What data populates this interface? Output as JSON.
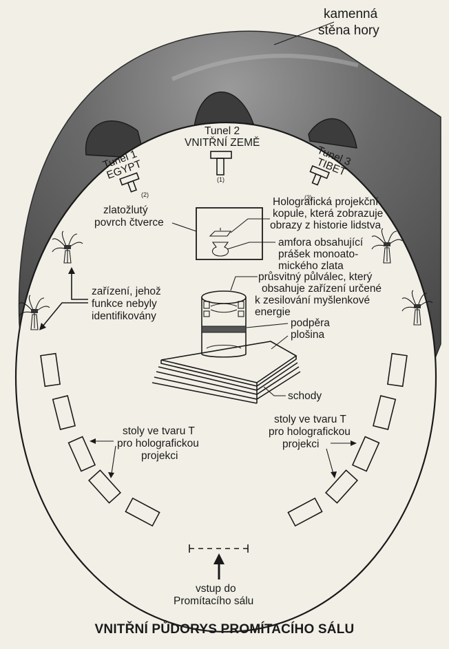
{
  "mountain_label": [
    "kamenná",
    "stěna hory"
  ],
  "tunnels": {
    "t1": [
      "Tunel 1",
      "EGYPT"
    ],
    "t2": [
      "Tunel 2",
      "VNITŘNÍ ZEMĚ"
    ],
    "t3": [
      "Tunel 3",
      "TIBET"
    ],
    "marks": [
      "(1)",
      "(2)",
      "(3)"
    ]
  },
  "labels": {
    "square": [
      "zlatožlutý",
      "povrch čtverce"
    ],
    "holo": [
      "Holografická projekční",
      "kopule, která zobrazuje",
      "obrazy z historie lidstva"
    ],
    "amphora": [
      "amfora obsahující",
      "prášek monoato-",
      "mického zlata"
    ],
    "cylinder": [
      "průsvitný půlválec, který",
      "obsahuje zařízení určené",
      "k zesilování myšlenkové",
      "energie"
    ],
    "support": "podpěra",
    "platform": "plošina",
    "devices": [
      "zařízení, jehož",
      "funkce nebyly",
      "identifikovány"
    ],
    "stairs": "schody",
    "tables_left": [
      "stoly ve tvaru T",
      "pro holografickou",
      "projekci"
    ],
    "tables_right": [
      "stoly ve tvaru T",
      "pro holografickou",
      "projekci"
    ],
    "entrance": [
      "vstup do",
      "Promítacího sálu"
    ]
  },
  "caption": "VNITŘNÍ PŮDORYS PROMÍTACÍHO SÁLU",
  "colors": {
    "paper": "#f1efe6",
    "rock": "#5e5e5e",
    "rock_dark": "#3c3c3c",
    "ink": "#1a1a1a"
  }
}
